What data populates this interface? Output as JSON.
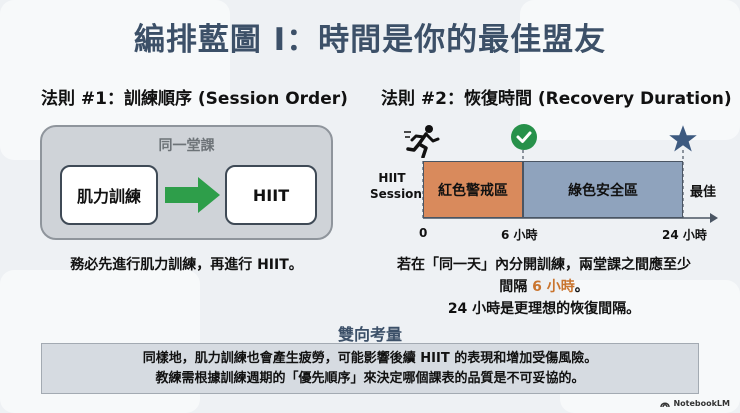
{
  "title": "編排藍圖 I：時間是你的最佳盟友",
  "rule1": {
    "heading": "法則 #1：訓練順序 (Session Order)",
    "container_label": "同一堂課",
    "first": "肌力訓練",
    "second": "HIIT",
    "caption": "務必先進行肌力訓練，再進行 HIIT。"
  },
  "rule2": {
    "heading": "法則 #2：恢復時間 (Recovery Duration)",
    "session_label_line1": "HIIT",
    "session_label_line2": "Session",
    "red_zone": "紅色警戒區",
    "green_zone": "綠色安全區",
    "best": "最佳",
    "ticks": [
      "0",
      "6 小時",
      "24 小時"
    ],
    "caption_line1": "若在「同一天」內分開訓練，兩堂課之間應至少",
    "caption_line2_prefix": "間隔 ",
    "caption_highlight": "6 小時",
    "caption_line2_suffix": "。",
    "caption_line3": "24 小時是更理想的恢復間隔。"
  },
  "bottom": {
    "title": "雙向考量",
    "line1": "同樣地，肌力訓練也會產生疲勞，可能影響後續 HIIT 的表現和增加受傷風險。",
    "line2": "教練需根據訓練週期的「優先順序」來決定哪個課表的品質是不可妥協的。"
  },
  "brand": "NotebookLM",
  "colors": {
    "accent": "#3c5068",
    "red_zone": "#d98a5c",
    "green_zone": "#8fa3bd",
    "arrow": "#2e9e4a",
    "check": "#27914a",
    "star": "#3d5a80"
  }
}
